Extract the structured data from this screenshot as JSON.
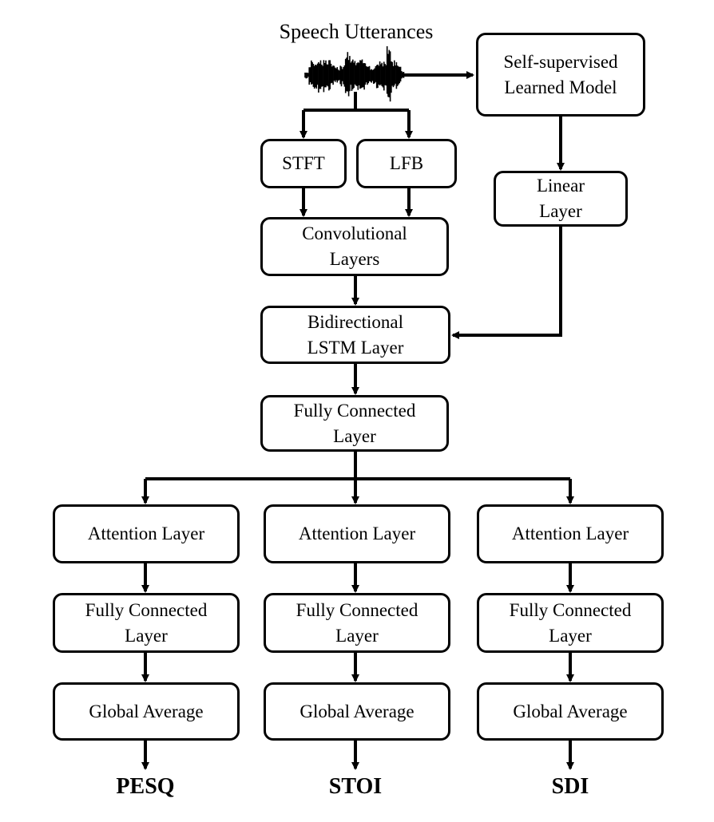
{
  "input_label": "Speech Utterances",
  "boxes": {
    "ssl": "Self-supervised\nLearned Model",
    "linear": "Linear\nLayer",
    "stft": "STFT",
    "lfb": "LFB",
    "conv": "Convolutional\nLayers",
    "blstm": "Bidirectional\nLSTM Layer",
    "fc_shared": "Fully Connected\nLayer"
  },
  "branches": [
    {
      "attention": "Attention Layer",
      "fc": "Fully Connected\nLayer",
      "pool": "Global Average",
      "output": "PESQ"
    },
    {
      "attention": "Attention Layer",
      "fc": "Fully Connected\nLayer",
      "pool": "Global Average",
      "output": "STOI"
    },
    {
      "attention": "Attention Layer",
      "fc": "Fully Connected\nLayer",
      "pool": "Global Average",
      "output": "SDI"
    }
  ]
}
